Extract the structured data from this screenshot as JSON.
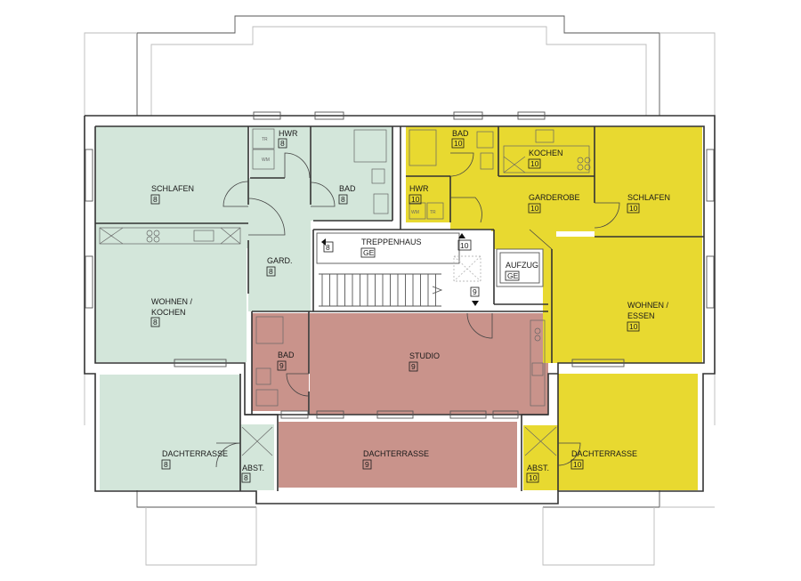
{
  "colors": {
    "green_unit": "#d3e6da",
    "yellow_unit": "#e8d930",
    "red_unit": "#c9938b",
    "core": "#ffffff",
    "walls": "#333333"
  },
  "rooms": {
    "schlafen_left": {
      "name": "SCHLAFEN",
      "number": "8"
    },
    "hwr_left": {
      "name": "HWR",
      "number": "8"
    },
    "bad_left": {
      "name": "BAD",
      "number": "8"
    },
    "gard": {
      "name": "GARD.",
      "number": "8"
    },
    "wohnen_kochen": {
      "name": "WOHNEN /",
      "name2": "KOCHEN",
      "number": "8"
    },
    "dachterrasse_left": {
      "name": "DACHTERRASSE",
      "number": "8"
    },
    "abst_left": {
      "name": "ABST.",
      "number": "8"
    },
    "treppenhaus": {
      "name": "TREPPENHAUS",
      "number": "GE",
      "entry_left": "8",
      "entry_right": "10",
      "entry_down": "9"
    },
    "aufzug": {
      "name": "AUFZUG",
      "number": "GE"
    },
    "bad_studio": {
      "name": "BAD",
      "number": "9"
    },
    "studio": {
      "name": "STUDIO",
      "number": "9"
    },
    "dachterrasse_mid": {
      "name": "DACHTERRASSE",
      "number": "9"
    },
    "bad_right": {
      "name": "BAD",
      "number": "10"
    },
    "kochen": {
      "name": "KOCHEN",
      "number": "10"
    },
    "hwr_right": {
      "name": "HWR",
      "number": "10"
    },
    "garderobe": {
      "name": "GARDEROBE",
      "number": "10"
    },
    "schlafen_right": {
      "name": "SCHLAFEN",
      "number": "10"
    },
    "wohnen_essen": {
      "name": "WOHNEN /",
      "name2": "ESSEN",
      "number": "10"
    },
    "dachterrasse_right": {
      "name": "DACHTERRASSE",
      "number": "10"
    },
    "abst_right": {
      "name": "ABST.",
      "number": "10"
    }
  },
  "fixture_labels": {
    "tr": "TR",
    "wm": "WM"
  }
}
